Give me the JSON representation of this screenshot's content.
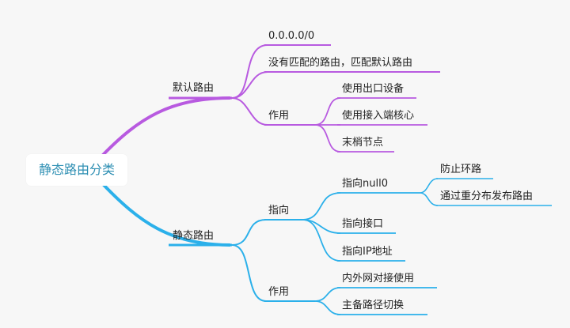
{
  "colors": {
    "purple": "#b85ae0",
    "blue": "#2bb0ea",
    "root_text": "#2e8fb3"
  },
  "root": "静态路由分类",
  "default_route": {
    "label": "默认路由",
    "items": [
      "0.0.0.0/0",
      "没有匹配的路由，匹配默认路由"
    ],
    "usage": {
      "label": "作用",
      "items": [
        "使用出口设备",
        "使用接入端核心",
        "末梢节点"
      ]
    }
  },
  "static_route": {
    "label": "静态路由",
    "point_to": {
      "label": "指向",
      "null0": {
        "label": "指向null0",
        "items": [
          "防止环路",
          "通过重分布发布路由"
        ]
      },
      "items": [
        "指向接口",
        "指向IP地址"
      ]
    },
    "usage": {
      "label": "作用",
      "items": [
        "内外网对接使用",
        "主备路径切换"
      ]
    }
  }
}
